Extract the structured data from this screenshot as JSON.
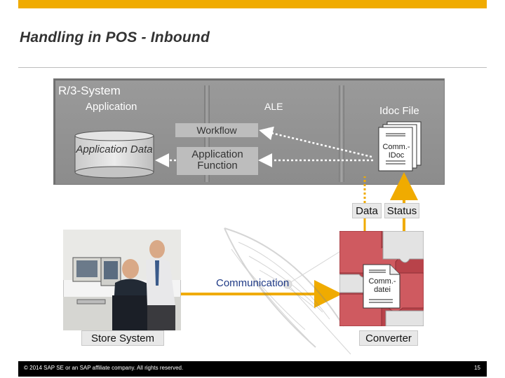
{
  "slide": {
    "title": "Handling in POS - Inbound",
    "footer_copyright": "© 2014 SAP SE or an SAP affiliate company. All rights reserved.",
    "page_number": "15"
  },
  "diagram": {
    "system_label": "R/3-System",
    "column_application": "Application",
    "column_ale": "ALE",
    "column_idoc": "Idoc File",
    "workflow": "Workflow",
    "application_data": "Application Data",
    "application_function": "Application Function",
    "comm_idoc": "Comm.- IDoc",
    "data_label": "Data",
    "status_label": "Status",
    "communication": "Communication",
    "comm_datei": "Comm.- datei",
    "store_system": "Store System",
    "converter": "Converter"
  },
  "colors": {
    "accent_bar": "#f0ab00",
    "panel_gray": "#949494",
    "arrow_orange": "#f0ab00",
    "dashed_white": "#ffffff"
  }
}
